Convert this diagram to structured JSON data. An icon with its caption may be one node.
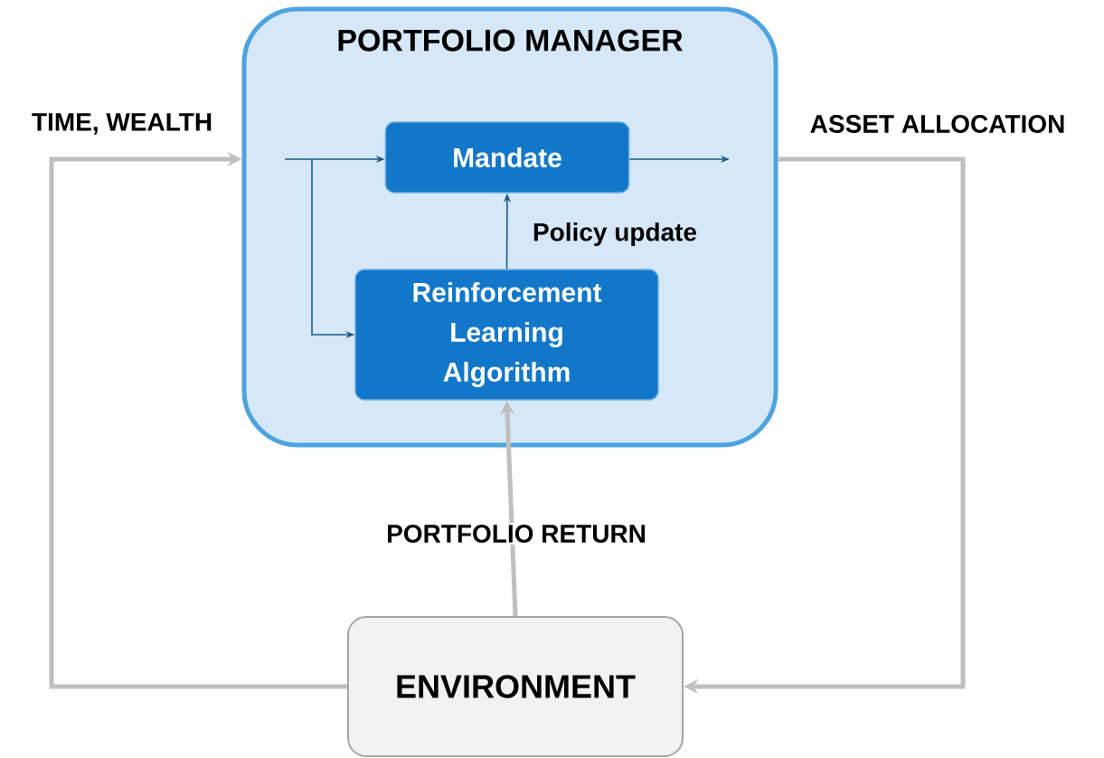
{
  "diagram": {
    "nodes": [
      {
        "text": [
          "PORTFOLIO MANAGER"
        ]
      },
      {
        "text": [
          "Mandate"
        ],
        "in": 0
      },
      {
        "text": [
          "Reinforcement Learning Algorithm"
        ],
        "in": 0
      },
      {
        "text": [
          "ENVIRONMENT"
        ]
      }
    ],
    "edges": [
      {
        "from": null,
        "to": 1,
        "arrow": "to"
      },
      {
        "from": null,
        "to": 2,
        "arrow": "to"
      },
      {
        "from": 2,
        "to": 1,
        "arrow": "to",
        "label": "Policy update"
      },
      {
        "from": 1,
        "to": null,
        "arrow": "to"
      },
      {
        "from": 3,
        "to": 0,
        "arrow": "to",
        "label": "TIME, WEALTH",
        "style": "thick",
        "color": "#bfbfbf"
      },
      {
        "from": 0,
        "to": 3,
        "arrow": "to",
        "label": "ASSET ALLOCATION",
        "style": "thick",
        "color": "#bfbfbf"
      },
      {
        "from": 3,
        "to": 2,
        "arrow": "to",
        "label": "PORTFOLIO RETURN",
        "style": "thick",
        "color": "#bfbfbf"
      }
    ]
  }
}
